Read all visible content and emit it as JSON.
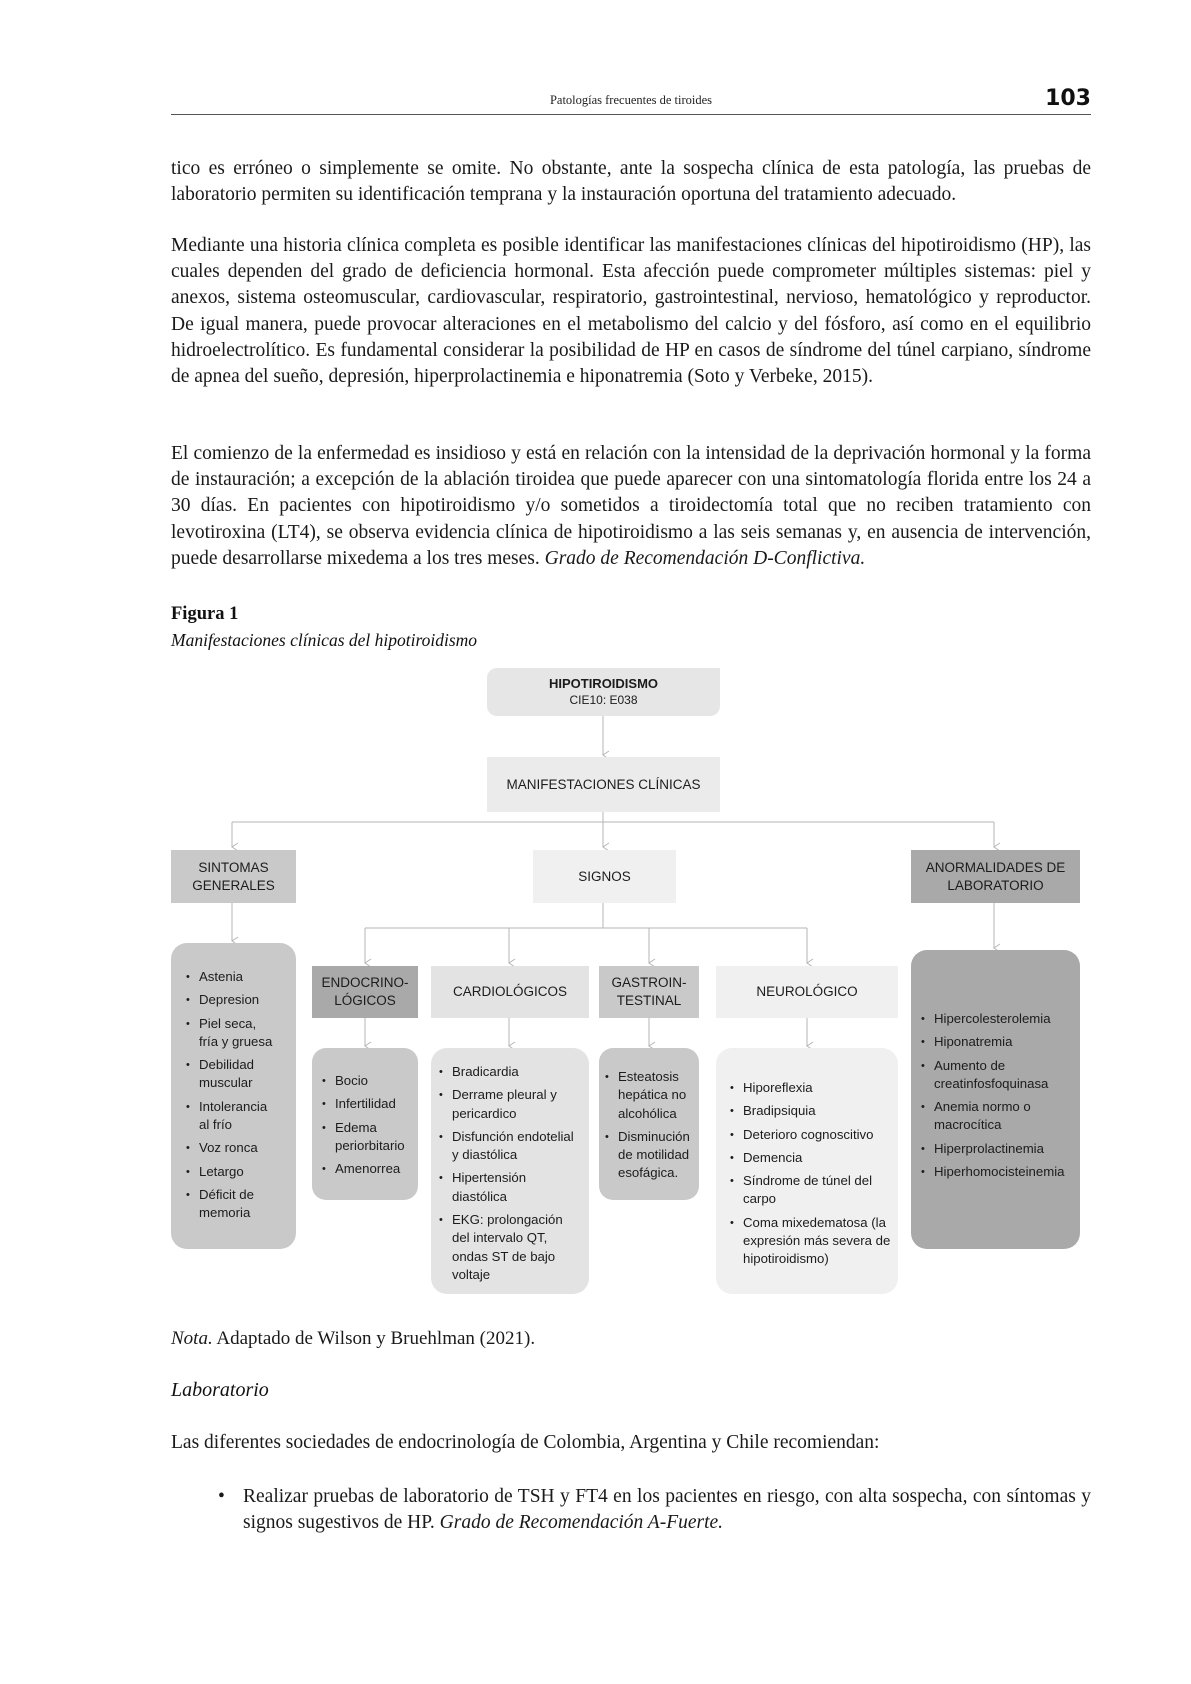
{
  "header": {
    "running_title": "Patologías frecuentes de tiroides",
    "page_number": "103"
  },
  "paragraphs": [
    "tico es erróneo o simplemente se omite. No obstante, ante la sospecha clínica de esta patología, las pruebas de laboratorio permiten su identificación temprana y la instauración oportuna del tratamiento adecuado.",
    "Mediante una historia clínica completa es posible identificar las manifestaciones clínicas del hipotiroidismo (HP), las cuales dependen del grado de deficiencia hormonal. Esta afección puede comprometer múltiples sistemas: piel y anexos, sistema osteomuscular, cardiovascular, respiratorio, gastrointestinal, nervioso, hematológico y reproductor. De igual manera, puede provocar alteraciones en el metabolismo del calcio y del fósforo, así como en el equilibrio hidroelectrolítico. Es fundamental considerar la posibilidad de HP en casos de síndrome del túnel carpiano, síndrome de apnea del sueño, depresión, hiperprolactinemia e hiponatremia (Soto y Verbeke, 2015)."
  ],
  "paragraph3": {
    "text": "El comienzo de la enfermedad es insidioso y está en relación con la intensidad de la deprivación hormonal y la forma de instauración; a excepción de la ablación tiroidea que puede aparecer con una sintomatología florida entre los 24 a 30 días. En pacientes con hipotiroidismo y/o sometidos a tiroidectomía total que no reciben tratamiento con levotiroxina (LT4), se observa evidencia clínica de hipotiroidismo a las seis semanas y, en ausencia de intervención, puede desarrollarse mixedema a los tres meses. ",
    "grade": "Grado de Recomendación D-Conflictiva."
  },
  "figure": {
    "label": "Figura 1",
    "caption": "Manifestaciones clínicas del hipotiroidismo",
    "root": {
      "title": "HIPOTIROIDISMO",
      "code": "CIE10: E038"
    },
    "level2": "MANIFESTACIONES CLÍNICAS",
    "categories": {
      "sintomas": "SINTOMAS GENERALES",
      "signos": "SIGNOS",
      "laboratorio": "ANORMALIDADES DE LABORATORIO"
    },
    "subcategories": {
      "endocrino": "ENDOCRINO-\nLÓGICOS",
      "cardio": "CARDIOLÓGICOS",
      "gastro": "GASTROIN-\nTESTINAL",
      "neuro": "NEUROLÓGICO"
    },
    "lists": {
      "sintomas": [
        "Astenia",
        "Depresion",
        "Piel seca,\nfría y gruesa",
        "Debilidad\nmuscular",
        "Intolerancia\nal frío",
        "Voz ronca",
        "Letargo",
        "Déficit de\nmemoria"
      ],
      "endocrino": [
        "Bocio",
        "Infertilidad",
        "Edema\nperiorbitario",
        "Amenorrea"
      ],
      "cardio": [
        "Bradicardia",
        "Derrame pleural y\npericardico",
        "Disfunción endotelial\ny diastólica",
        "Hipertensión\ndiastólica",
        "EKG: prolongación\ndel intervalo QT,\nondas ST de bajo\nvoltaje"
      ],
      "gastro": [
        "Esteatosis\nhepática no\nalcohólica",
        "Disminución\nde motilidad\nesofágica."
      ],
      "neuro": [
        "Hiporeflexia",
        "Bradipsiquia",
        "Deterioro cognoscitivo",
        "Demencia",
        "Síndrome de túnel del\ncarpo",
        "Coma mixedematosa (la\nexpresión más severa de\nhipotiroidismo)"
      ],
      "laboratorio": [
        "Hipercolesterolemia",
        "Hiponatremia",
        "Aumento de\ncreatinfosfoquinasa",
        "Anemia normo o\nmacrocítica",
        "Hiperprolactinemia",
        "Hiperhomocisteinemia"
      ]
    },
    "colors": {
      "light": "#e6e6e6",
      "lighter": "#f0f0f0",
      "medium": "#c9c9c9",
      "dark": "#a9a9a9",
      "connector": "#b5b5b5"
    }
  },
  "nota": {
    "label": "Nota.",
    "text": " Adaptado de Wilson y Bruehlman (2021)."
  },
  "section_heading": "Laboratorio",
  "paragraph4": "Las diferentes sociedades de endocrinología de Colombia, Argentina y Chile recomiendan:",
  "bullet": {
    "text": "Realizar pruebas de laboratorio de TSH y FT4 en los pacientes en riesgo, con alta sospecha, con síntomas y signos sugestivos de HP. ",
    "grade": "Grado de Recomendación A-Fuerte."
  }
}
